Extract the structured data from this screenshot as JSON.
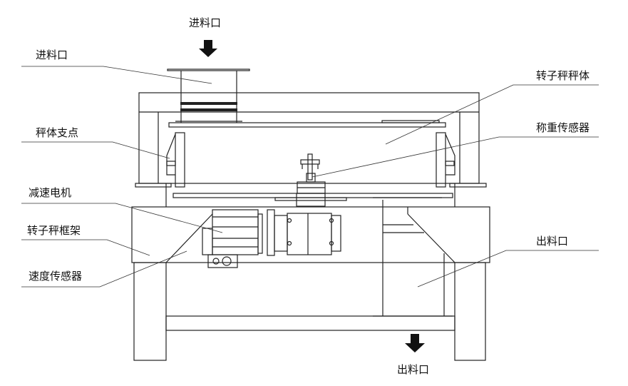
{
  "labels": {
    "inlet_top": "进料口",
    "inlet_left": "进料口",
    "pivot": "秤体支点",
    "motor": "减速电机",
    "frame": "转子秤框架",
    "speed_sensor": "速度传感器",
    "scale_body": "转子秤秤体",
    "load_cell": "称重传感器",
    "outlet_right": "出料口",
    "outlet_bottom": "出料口"
  }
}
